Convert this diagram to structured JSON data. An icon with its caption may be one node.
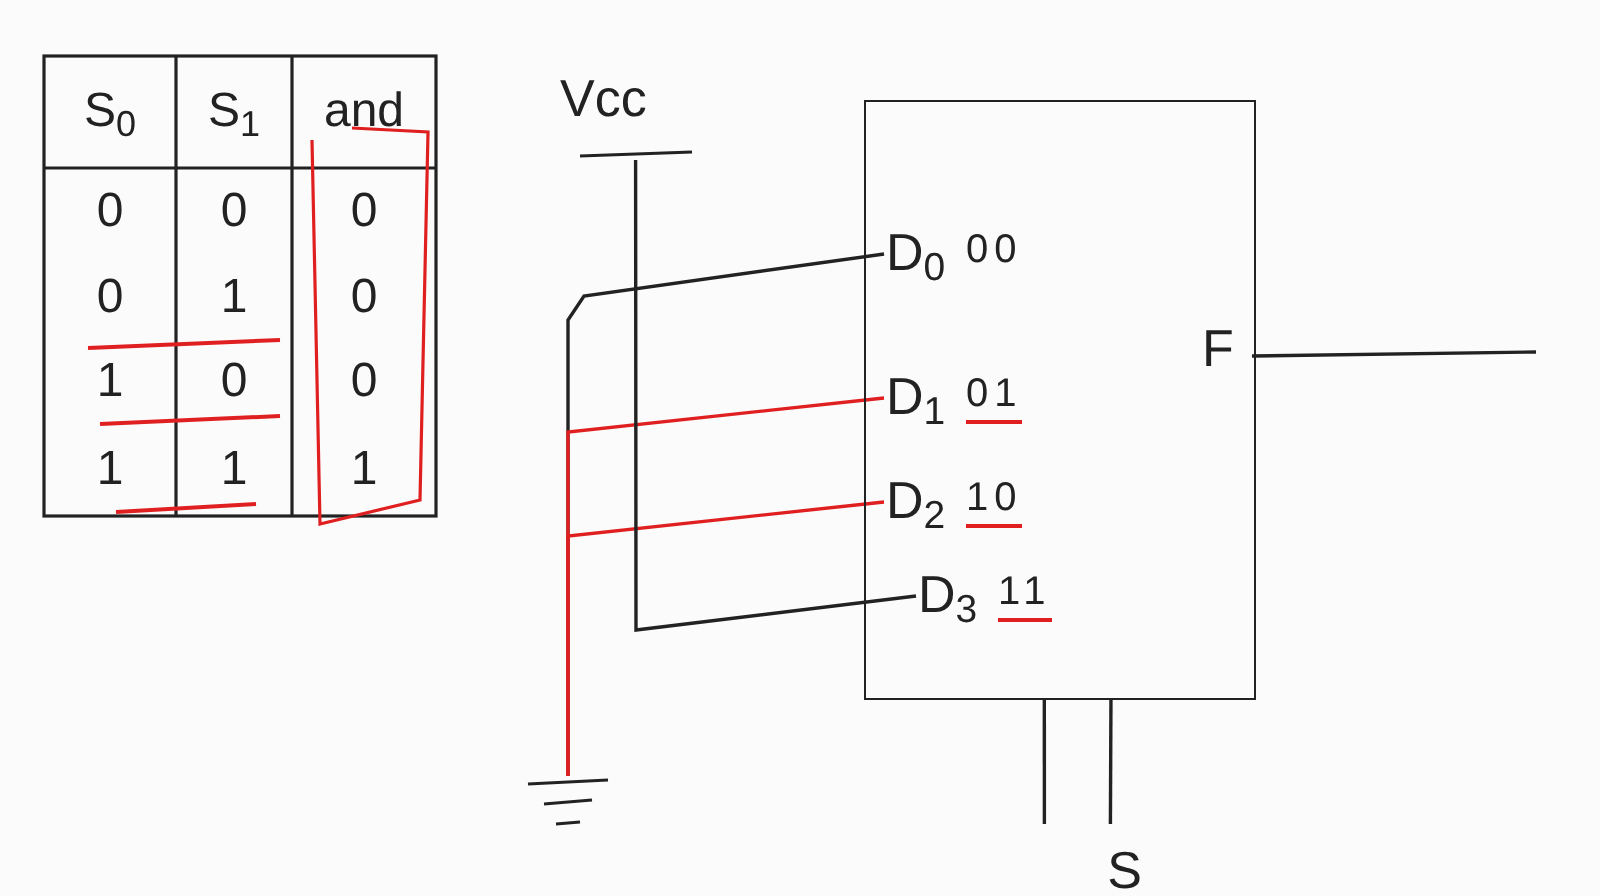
{
  "diagram": {
    "nodes": [
      {
        "text": [
          "Vcc"
        ]
      },
      {
        "text": [],
        "shape": "ground"
      },
      {
        "text": [],
        "shape": "box"
      },
      {
        "text": [
          "D$_{0}$"
        ],
        "in": 2,
        "beside": [
          "00"
        ]
      },
      {
        "text": [
          "D$_{1}$"
        ],
        "in": 2,
        "beside": [
          "01"
        ]
      },
      {
        "text": [
          "D$_{2}$"
        ],
        "in": 2,
        "beside": [
          "10"
        ]
      },
      {
        "text": [
          "D$_{3}$"
        ],
        "in": 2,
        "beside": [
          "11"
        ]
      },
      {
        "text": [
          "F"
        ],
        "in": 2
      },
      {
        "text": [
          "S"
        ]
      }
    ],
    "edges": [
      {
        "from": 1,
        "to": 3,
        "arrow": "none"
      },
      {
        "from": 1,
        "to": 4,
        "arrow": "none",
        "color": "#e02020"
      },
      {
        "from": 1,
        "to": 5,
        "arrow": "none",
        "color": "#e02020"
      },
      {
        "from": 0,
        "to": 6,
        "arrow": "none"
      },
      {
        "from": 7,
        "to": null,
        "arrow": "none"
      },
      {
        "from": 2,
        "to": 8,
        "arrow": "none"
      },
      {
        "from": 2,
        "to": 8,
        "arrow": "none"
      }
    ],
    "labels": [
      "S$_{0}$",
      "S$_{1}$",
      "and",
      "0",
      "0",
      "0",
      "0",
      "1",
      "0",
      "1",
      "0",
      "0",
      "1",
      "1",
      "1"
    ]
  }
}
